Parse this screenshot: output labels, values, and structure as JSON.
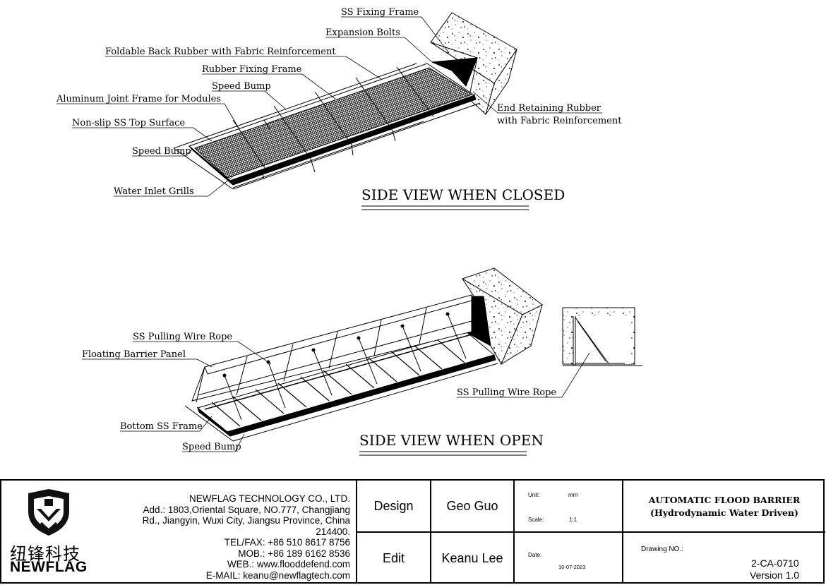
{
  "labels": {
    "ss_fixing_frame": "SS Fixing Frame",
    "expansion_bolts": "Expansion Bolts",
    "foldable_back_rubber": "Foldable Back Rubber with Fabric Reinforcement",
    "rubber_fixing_frame": "Rubber Fixing Frame",
    "speed_bump_top": "Speed Bump",
    "aluminum_joint_frame": "Aluminum Joint Frame for Modules",
    "non_slip_surface": "Non-slip SS Top Surface",
    "speed_bump_left": "Speed Bump",
    "water_inlet_grills": "Water Inlet Grills",
    "end_retaining_rubber_1": "End Retaining Rubber",
    "end_retaining_rubber_2": "with Fabric Reinforcement",
    "ss_pulling_wire_rope": "SS Pulling Wire Rope",
    "floating_barrier_panel": "Floating Barrier Panel",
    "bottom_ss_frame": "Bottom SS Frame",
    "speed_bump_open": "Speed Bump",
    "ss_pulling_wire_rope_right": "SS Pulling Wire Rope"
  },
  "views": {
    "closed_title": "SIDE VIEW WHEN CLOSED",
    "open_title": "SIDE VIEW WHEN OPEN"
  },
  "title_block": {
    "logo_cn": "纽锋科技",
    "logo_en": "NEWFLAG",
    "company_lines": [
      "NEWFLAG TECHNOLOGY CO., LTD.",
      "Add.: 1803,Oriental Square, NO.777, Changjiang",
      "Rd., Jiangyin, Wuxi City, Jiangsu Province, China",
      "214400.",
      "TEL/FAX:  +86  510  8617  8756",
      "MOB.:  +86  189  6162  8536",
      "WEB.:  www.flooddefend.com",
      "E-MAIL:  keanu@newflagtech.com"
    ],
    "design_label": "Design",
    "design_name": "Geo Guo",
    "edit_label": "Edit",
    "edit_name": "Keanu Lee",
    "unit_label": "Unit:",
    "unit_value": "mm",
    "scale_label": "Scale:",
    "scale_value": "1:1",
    "date_label": "Date:",
    "date_value": "10-07-2023",
    "product_title": "AUTOMATIC FLOOD BARRIER",
    "product_subtitle": "(Hydrodynamic Water Driven)",
    "drawing_no_label": "Drawing NO.:",
    "drawing_no": "2-CA-0710",
    "version": "Version 1.0"
  }
}
